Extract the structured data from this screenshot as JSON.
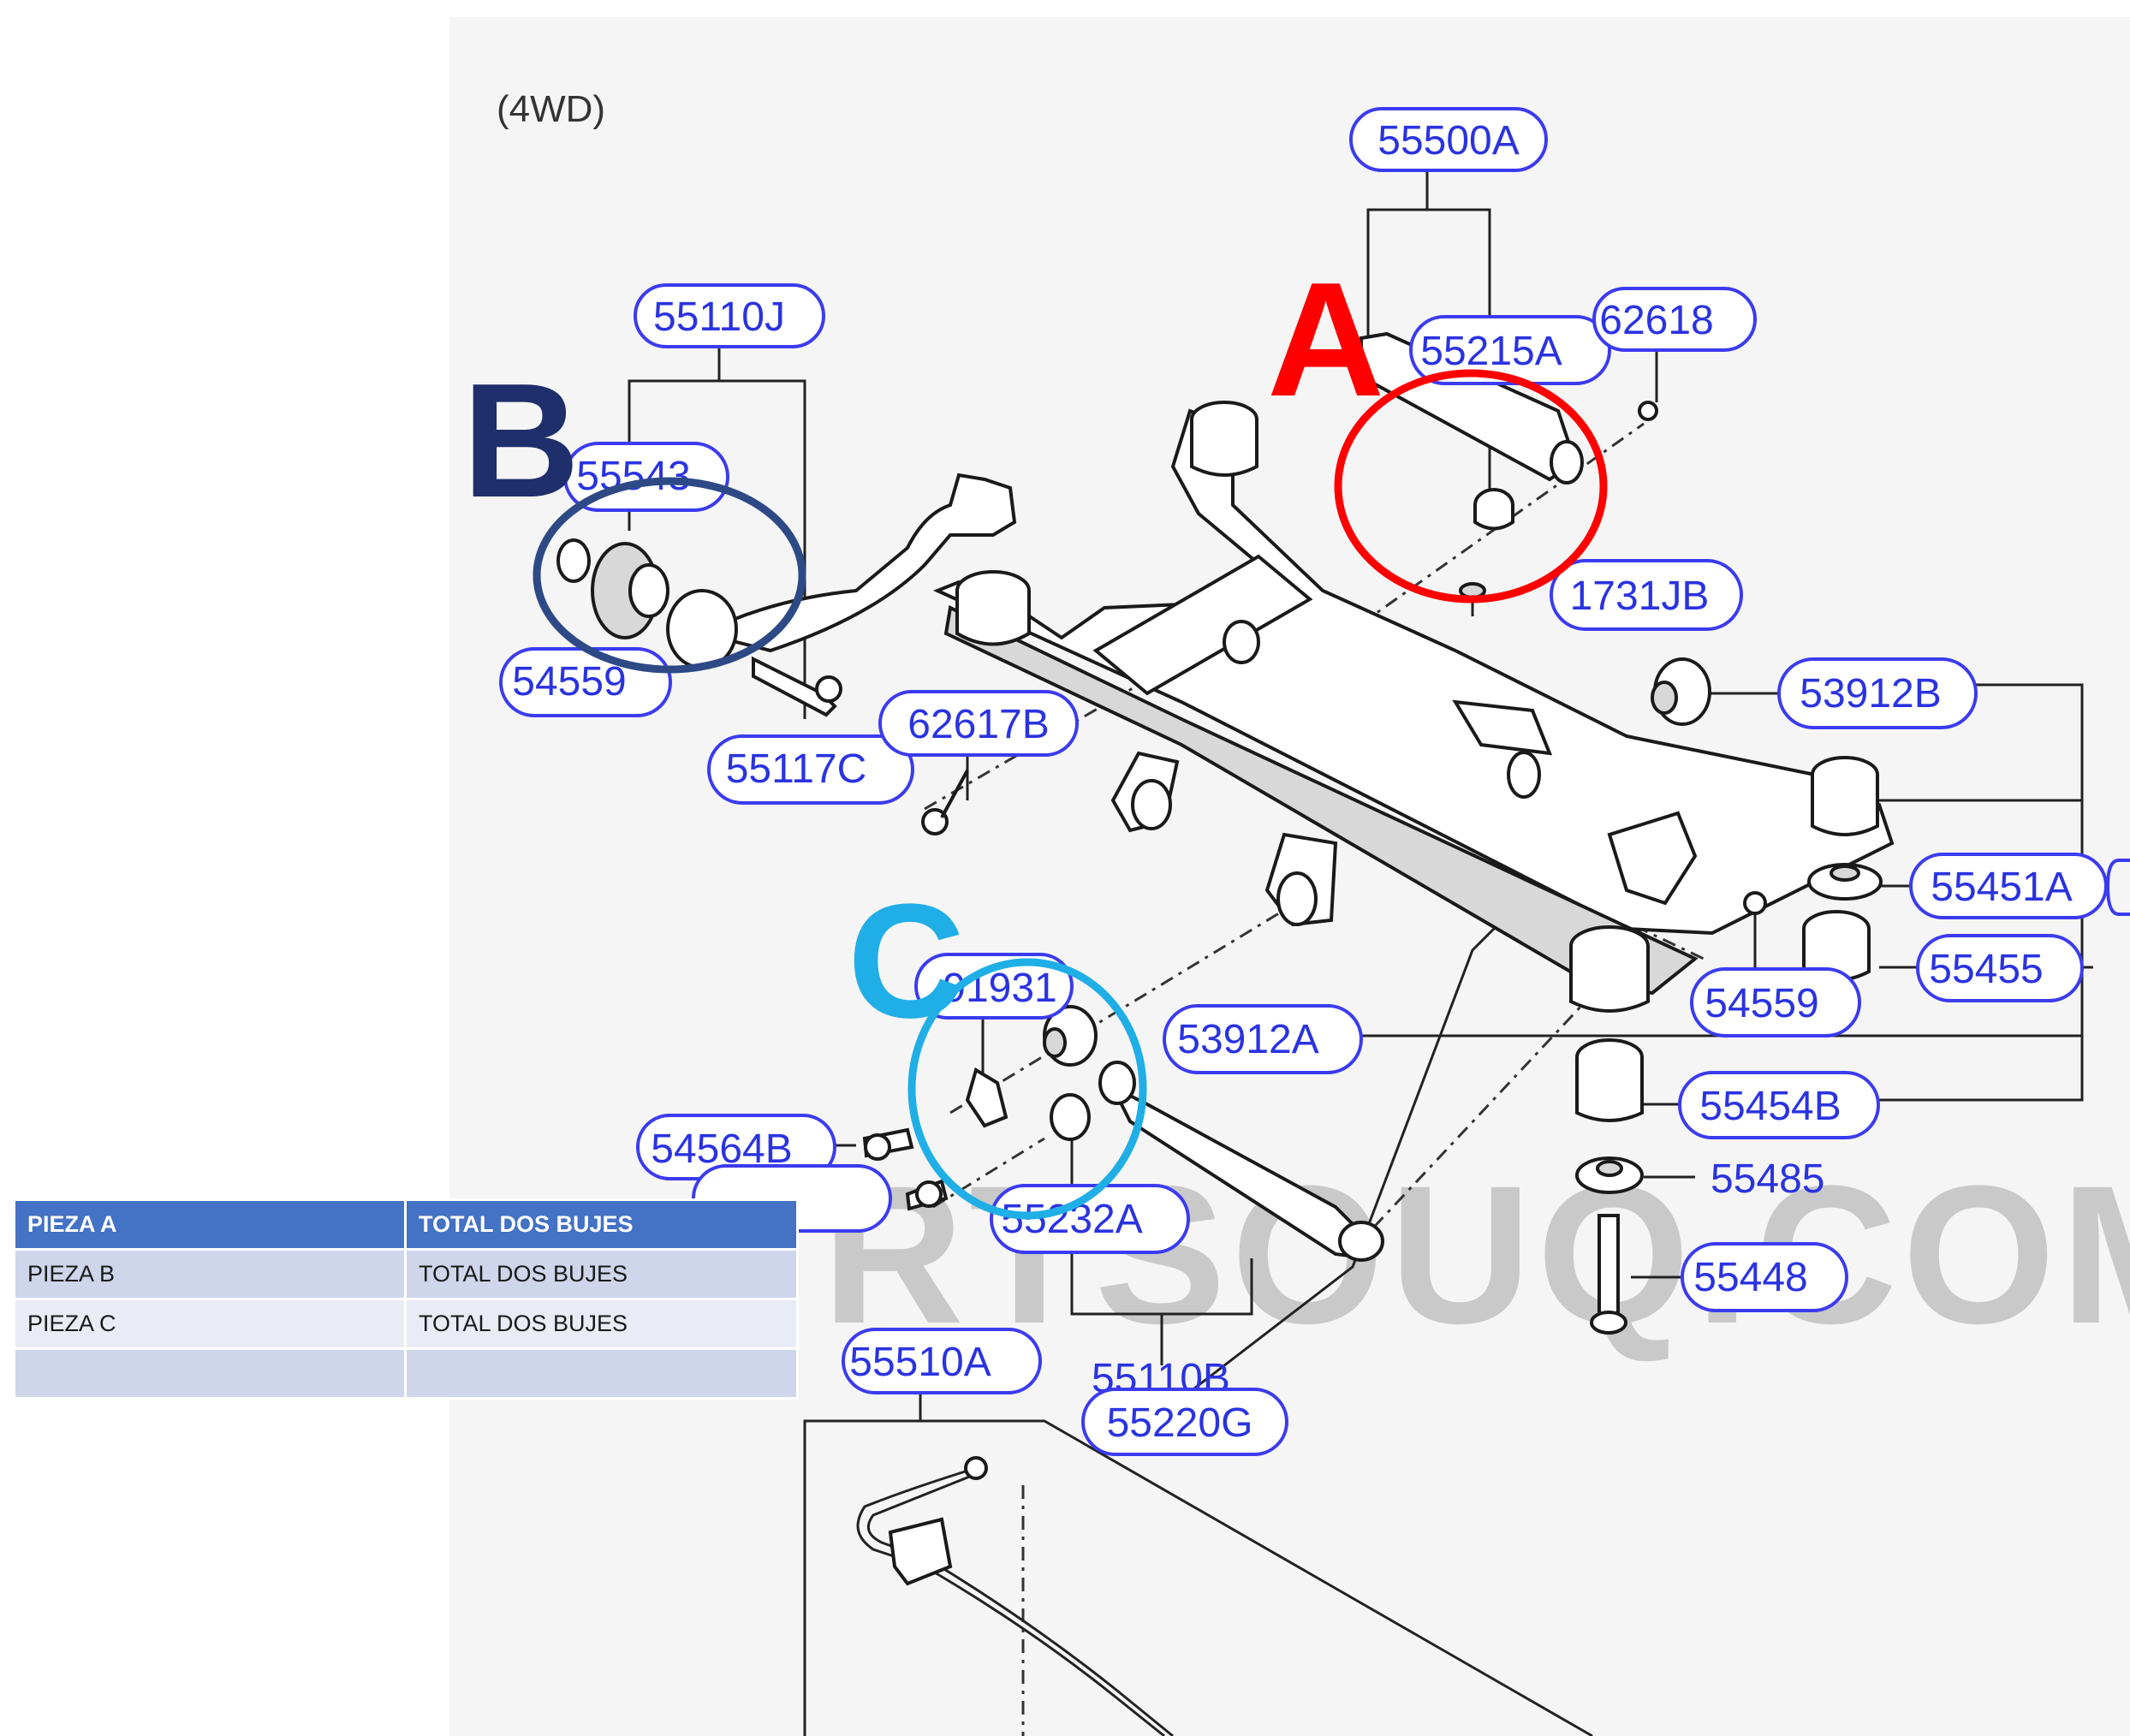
{
  "diagram": {
    "variant_label": "(4WD)",
    "watermark": "RTSOUQ.COM",
    "part_labels": {
      "p55500A": "55500A",
      "p55215A": "55215A",
      "p62618": "62618",
      "p55110J": "55110J",
      "p55543": "55543",
      "p54559_top": "54559",
      "p55117C": "55117C",
      "p62617B": "62617B",
      "p1731JB": "1731JB",
      "p53912B": "53912B",
      "p55451A": "55451A",
      "p55455": "55455",
      "p54559_right": "54559",
      "p91931": "91931",
      "p53912A": "53912A",
      "p55454B": "55454B",
      "p54564B": "54564B",
      "p_hidden": "",
      "p55232A": "55232A",
      "p55485": "55485",
      "p55448": "55448",
      "p55510A": "55510A",
      "p55110B": "55110B",
      "p55220G": "55220G"
    },
    "markers": [
      {
        "letter": "A",
        "color": "#ff0000"
      },
      {
        "letter": "B",
        "color": "#1f2f6b"
      },
      {
        "letter": "C",
        "color": "#20aee6"
      }
    ]
  },
  "table": {
    "headers": [
      "PIEZA A",
      "TOTAL DOS BUJES"
    ],
    "rows": [
      [
        "PIEZA B",
        "TOTAL DOS BUJES"
      ],
      [
        "PIEZA C",
        "TOTAL DOS BUJES"
      ],
      [
        "",
        ""
      ]
    ],
    "colors": {
      "header": "#4472c4",
      "row_odd": "#cfd5ea",
      "row_even": "#e9ebf5"
    }
  }
}
